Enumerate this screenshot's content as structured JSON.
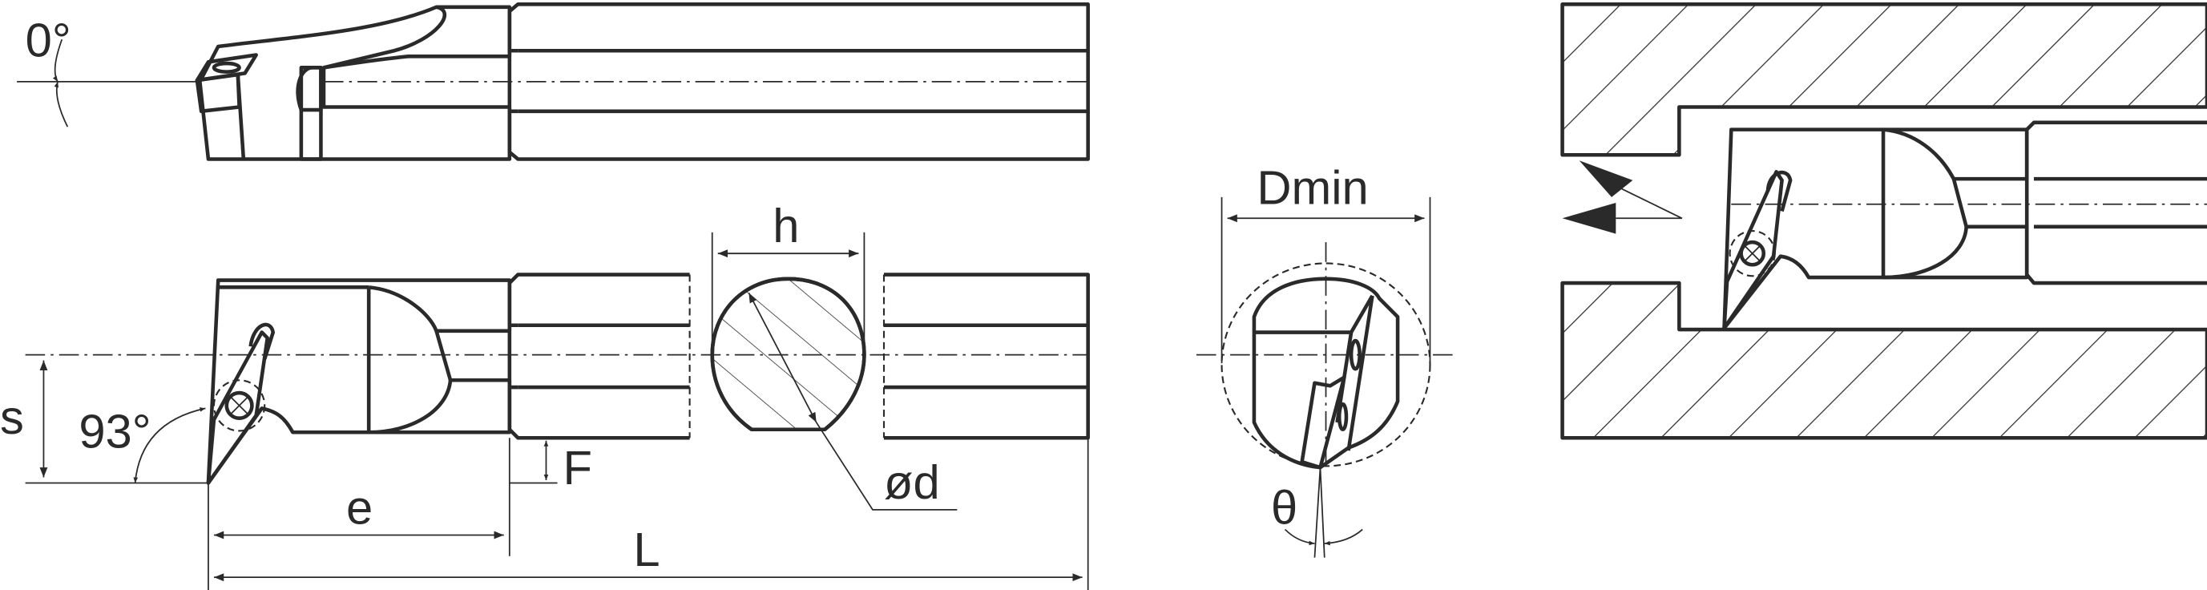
{
  "labels": {
    "rake_angle": "0°",
    "approach_angle": "93°",
    "offset_s": "s",
    "length_e": "e",
    "height_F": "F",
    "overall_length_L": "L",
    "width_h": "h",
    "shank_diameter": "ød",
    "min_bore": "Dmin",
    "inclination_theta": "θ"
  },
  "colors": {
    "body": "#e9ebea",
    "section": "#c6c7c6",
    "insert": "#ffcc00",
    "outline": "#2a2a2a"
  }
}
